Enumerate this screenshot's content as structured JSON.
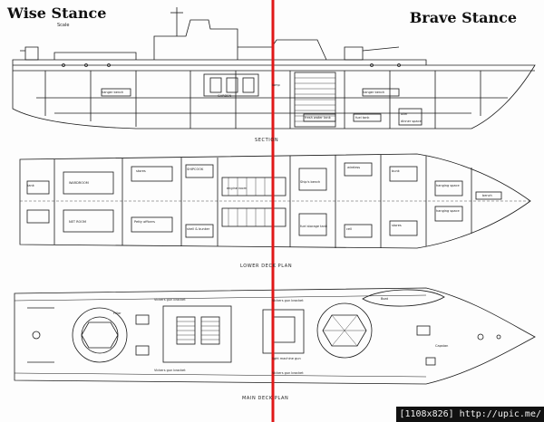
{
  "headings": {
    "left": "Wise Stance",
    "right": "Brave Stance"
  },
  "labels": {
    "scale": "Scale",
    "section": "SECTION",
    "lower_deck": "LOWER DECK PLAN",
    "main_deck": "MAIN DECK PLAN"
  },
  "credit": "[1108x826] http://upic.me/",
  "colors": {
    "divider": "#e01818",
    "ink": "#1a1a1a",
    "background": "#fdfdfd"
  },
  "rooms": {
    "section": [
      "hanger bench",
      "hanger bench",
      "GARDEN",
      "lamp",
      "fresh water tank",
      "fuel tank",
      "oiler",
      "dinner space"
    ],
    "lower": [
      "stores",
      "WARDROOM",
      "NET ROOM",
      "SHIPCOOK",
      "tank",
      "Petty officers",
      "engine room",
      "wireless",
      "hanging space",
      "bunk",
      "bench",
      "stores",
      "hanging space",
      "cell",
      "shell & bunker",
      "Ship's bench",
      "fuel storage tank"
    ],
    "main": [
      "Vickers gun bracket",
      "Vickers gun bracket",
      "Boat",
      "Pillar",
      "Vickers gun bracket",
      "Vickers gun bracket",
      "light machine gun",
      "Capstan"
    ]
  }
}
